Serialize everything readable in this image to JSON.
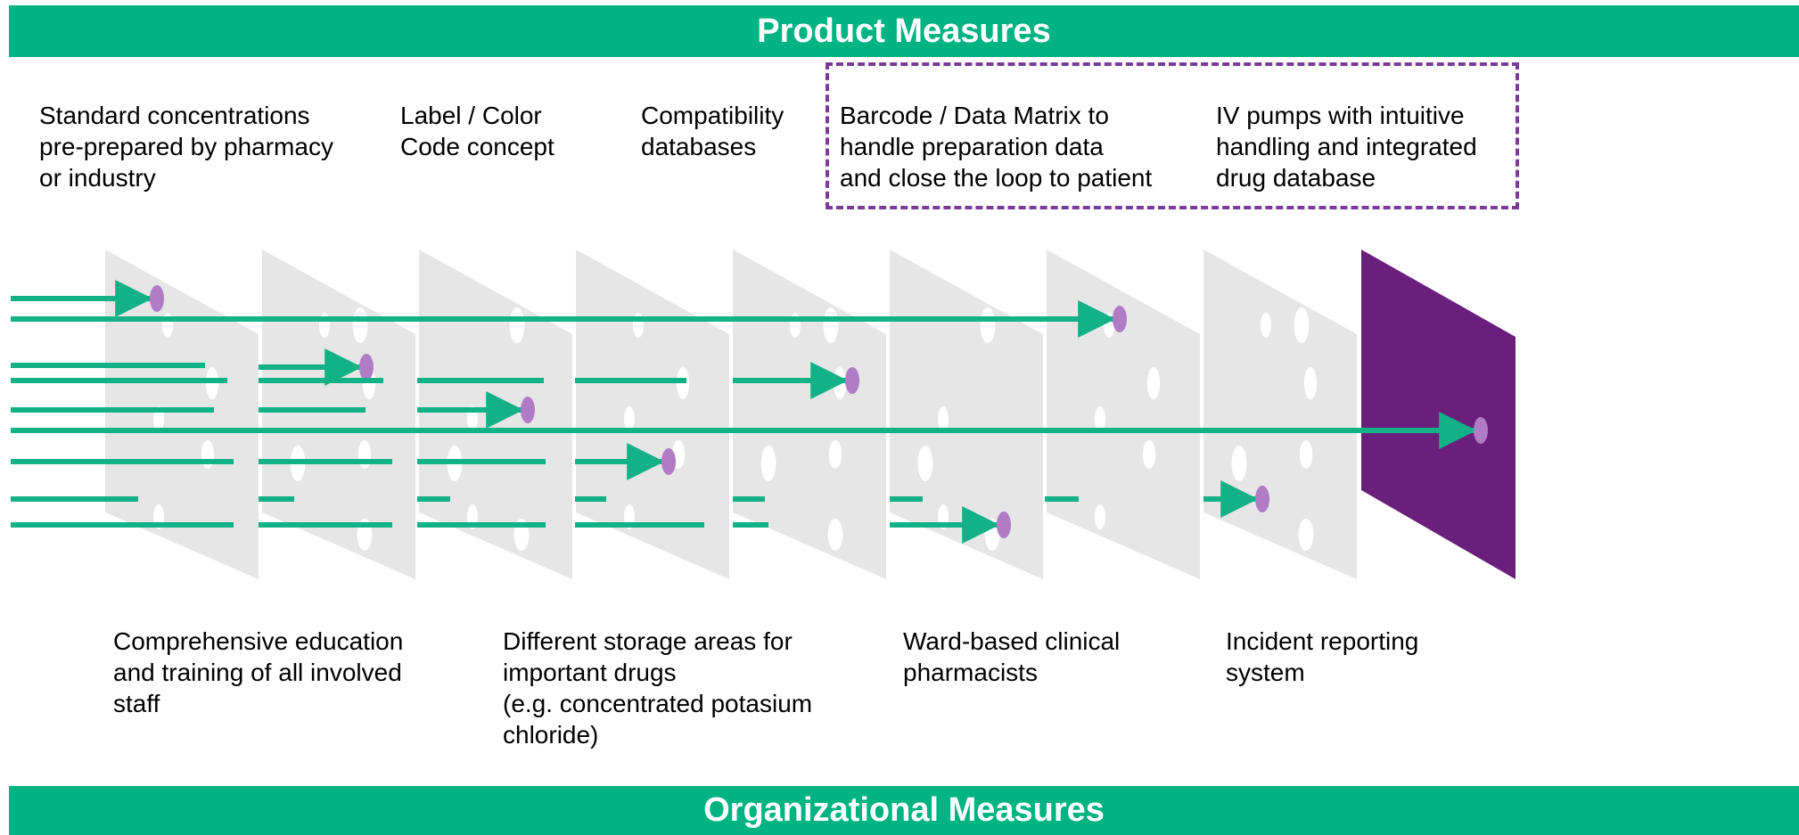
{
  "header": {
    "title": "Product Measures"
  },
  "footer": {
    "title": "Organizational Measures"
  },
  "product_measures": [
    "Standard concentrations\npre-prepared by pharmacy\nor industry",
    "Label / Color\nCode concept",
    "Compatibility\ndatabases",
    "Barcode / Data Matrix to\nhandle preparation data\nand close the loop to patient",
    "IV pumps with intuitive\nhandling and integrated\ndrug database"
  ],
  "organizational_measures": [
    "Comprehensive education\nand training of all involved\nstaff",
    "Different storage areas for\nimportant drugs\n(e.g. concentrated potasium\nchloride)",
    "Ward-based clinical\npharmacists",
    "Incident reporting\nsystem"
  ],
  "colors": {
    "banner": "#00b383",
    "arrow": "#12b186",
    "slice": "#e6e6e6",
    "final_slice": "#6b1f7c",
    "stop_dot": "#b07cc6",
    "highlight_border": "#7a3a9a"
  },
  "icons": [
    "cheese-slice-icon",
    "arrow-icon",
    "stop-dot-icon"
  ]
}
